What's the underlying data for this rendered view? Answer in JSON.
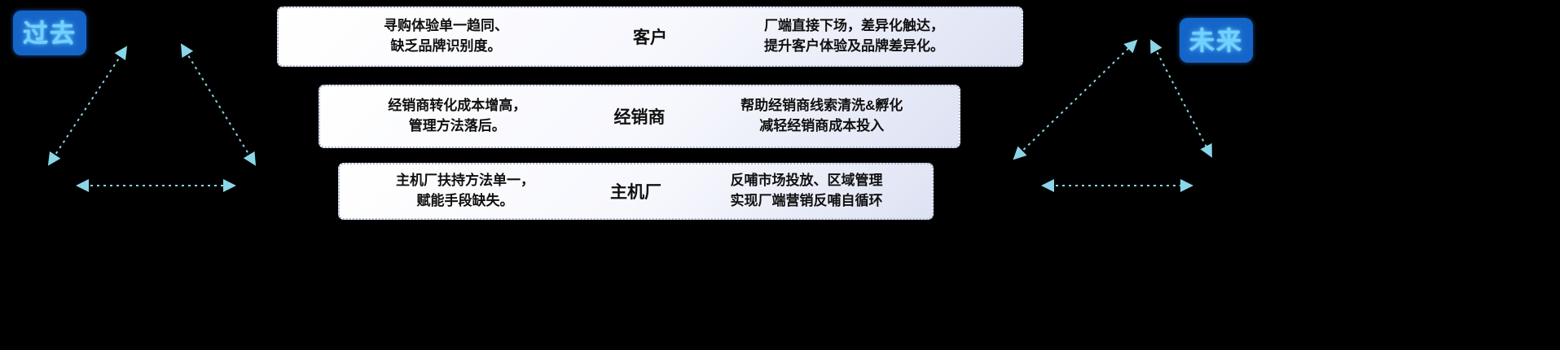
{
  "labels": {
    "past": "过去",
    "future": "未来"
  },
  "rows": [
    {
      "role": "客户",
      "past_line1": "寻购体验单一趋同、",
      "past_line2": "缺乏品牌识别度。",
      "future_line1": "厂端直接下场，差异化触达，",
      "future_line2": "提升客户体验及品牌差异化。"
    },
    {
      "role": "经销商",
      "past_line1": "经销商转化成本增高，",
      "past_line2": "管理方法落后。",
      "future_line1": "帮助经销商线索清洗&孵化",
      "future_line2": "减轻经销商成本投入"
    },
    {
      "role": "主机厂",
      "past_line1": "主机厂扶持方法单一，",
      "past_line2": "赋能手段缺失。",
      "future_line1": "反哺市场投放、区域管理",
      "future_line2": "实现厂端营销反哺自循环"
    }
  ],
  "colors": {
    "background": "#000000",
    "arrow": "#8ad6e8",
    "era_label_text": "#6fd2ff",
    "era_label_background": "#1565c8",
    "box_gradient_start": "#ffffff",
    "box_gradient_end": "#dde2f3",
    "box_text": "#101010"
  }
}
